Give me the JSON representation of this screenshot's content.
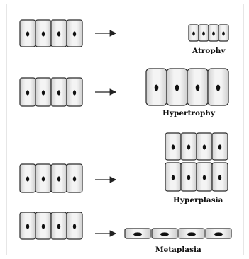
{
  "labels": {
    "atrophy": "Atrophy",
    "hypertrophy": "Hypertrophy",
    "hyperplasia": "Hyperplasia",
    "metaplasia": "Metaplasia"
  },
  "colors": {
    "cell_fill_light": "#f4f4f4",
    "cell_fill_dark": "#cfcfcf",
    "cell_stroke": "#2a2a2a",
    "nucleus": "#111111",
    "arrow": "#222222",
    "frame": "#cccccc"
  }
}
